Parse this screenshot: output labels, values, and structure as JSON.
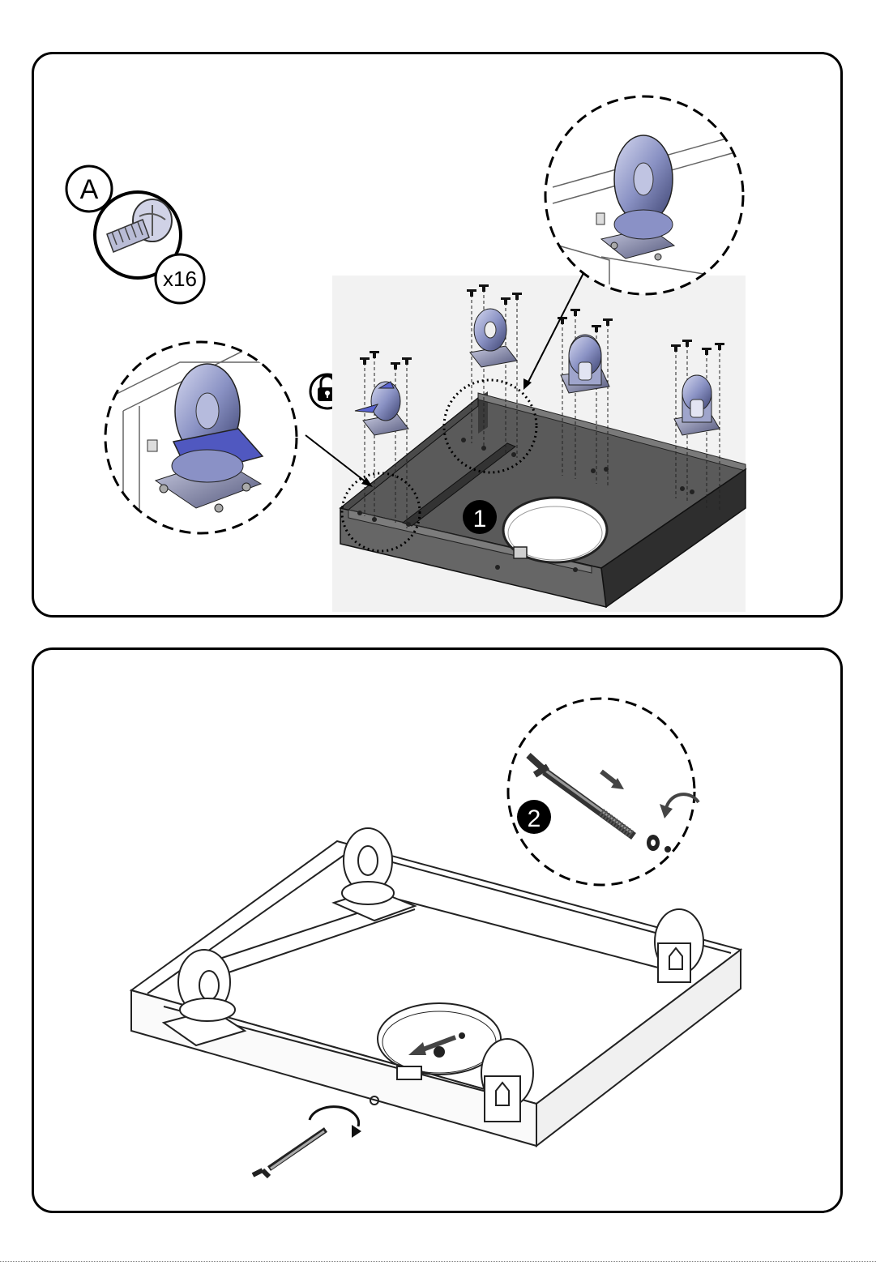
{
  "step1": {
    "part_letter": "A",
    "part_quantity": "x16",
    "step_number": "1",
    "lock_icon": "padlock-icon"
  },
  "step2": {
    "step_number": "2"
  },
  "colors": {
    "outline": "#000000",
    "frame_dark": "#4a4a4a",
    "frame_light": "#6a6a6a",
    "caster_blue": "#7d86b8",
    "caster_highlight": "#c8ccea",
    "lock_blue": "#4a56c8"
  }
}
